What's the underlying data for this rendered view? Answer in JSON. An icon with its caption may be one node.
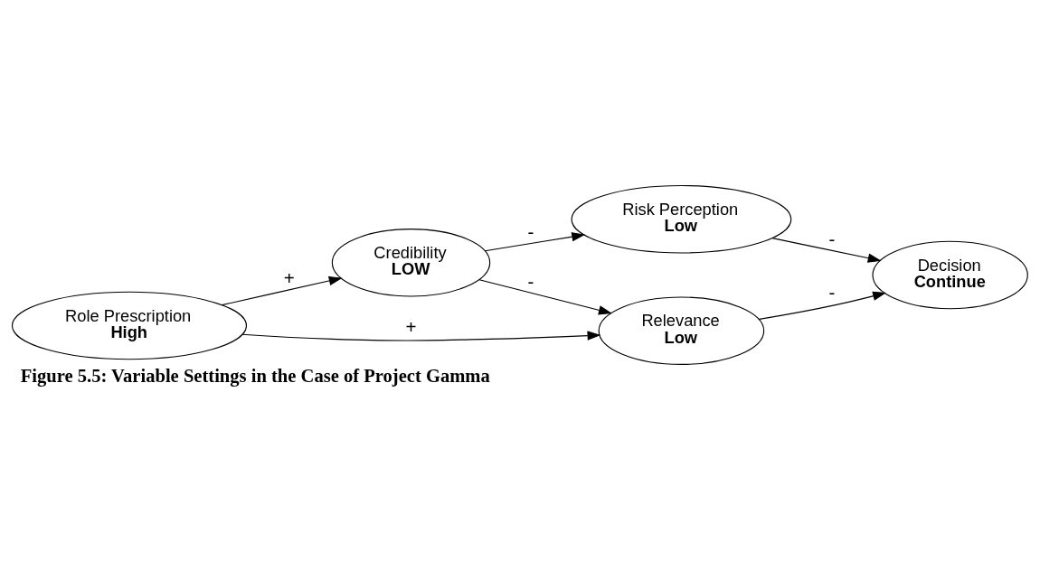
{
  "diagram": {
    "caption": "Figure 5.5: Variable Settings in the Case of Project Gamma",
    "nodes": [
      {
        "text": [
          "Credibility",
          "LOW"
        ]
      },
      {
        "text": [
          "Risk Perception",
          "Low"
        ]
      },
      {
        "text": [
          "Relevance",
          "Low"
        ]
      },
      {
        "text": [
          "Decision",
          "Continue"
        ]
      },
      {
        "text": [
          "Role Prescription",
          "High"
        ]
      }
    ],
    "edges": [
      {
        "from": 0,
        "to": 1,
        "arrow": "to",
        "label": "-"
      },
      {
        "from": 0,
        "to": 2,
        "arrow": "to",
        "label": "-"
      },
      {
        "from": 4,
        "to": 0,
        "arrow": "to",
        "label": "+"
      },
      {
        "from": 4,
        "to": 2,
        "arrow": "to",
        "label": "+"
      },
      {
        "from": 2,
        "to": 3,
        "arrow": "to",
        "label": "-"
      },
      {
        "from": 1,
        "to": 3,
        "arrow": "to",
        "label": "-"
      }
    ]
  }
}
